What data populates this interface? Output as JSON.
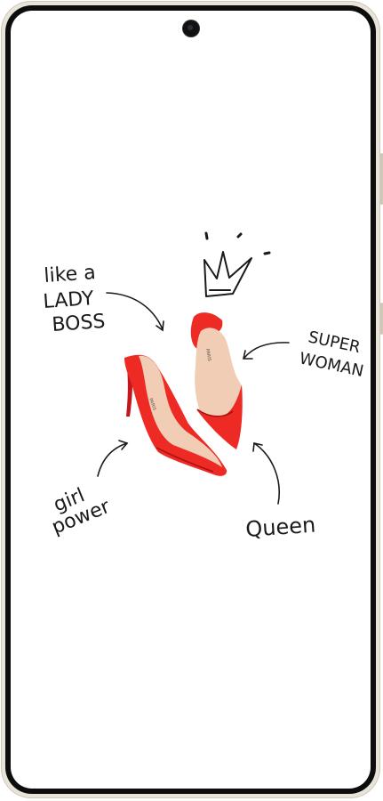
{
  "wallpaper": {
    "labels": {
      "like_a": "like a",
      "lady": "LADY",
      "boss": "BOSS",
      "super": "SUPER",
      "woman": "WOMAN",
      "girl": "girl",
      "power": "power",
      "queen": "Queen"
    },
    "icons": [
      "crown-icon",
      "high-heel-shoes-illustration"
    ],
    "colors": {
      "shoe_red": "#ee2a24",
      "shoe_dark_red": "#c4161a",
      "lining_beige": "#f0cdb4",
      "ink": "#1a1a1a",
      "frame": "#e9e4d9"
    }
  }
}
